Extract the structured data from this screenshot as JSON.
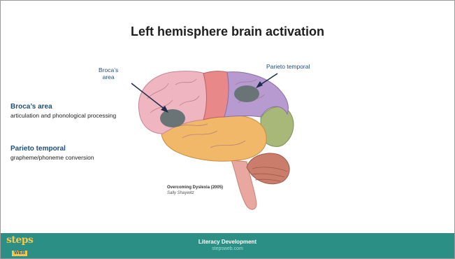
{
  "slide": {
    "title": "Left hemisphere brain activation",
    "side_items": [
      {
        "heading": "Broca’s area",
        "text": "articulation and phonological processing"
      },
      {
        "heading": "Parieto temporal",
        "text": "grapheme/phoneme conversion"
      }
    ],
    "callouts": {
      "broca_label": "Broca’s\narea",
      "parieto_label": "Parieto temporal"
    },
    "credit": {
      "book": "Overcoming Dyslexia (2005)",
      "author": "Sally Shaywitz"
    }
  },
  "footer": {
    "title": "Literacy Development",
    "site": "stepsweb.com",
    "logo_top": "steps",
    "logo_bottom": "WEB"
  },
  "colors": {
    "footer_bg": "#2b8f86",
    "heading_blue": "#1f4e79",
    "logo_yellow": "#f2c94c"
  }
}
